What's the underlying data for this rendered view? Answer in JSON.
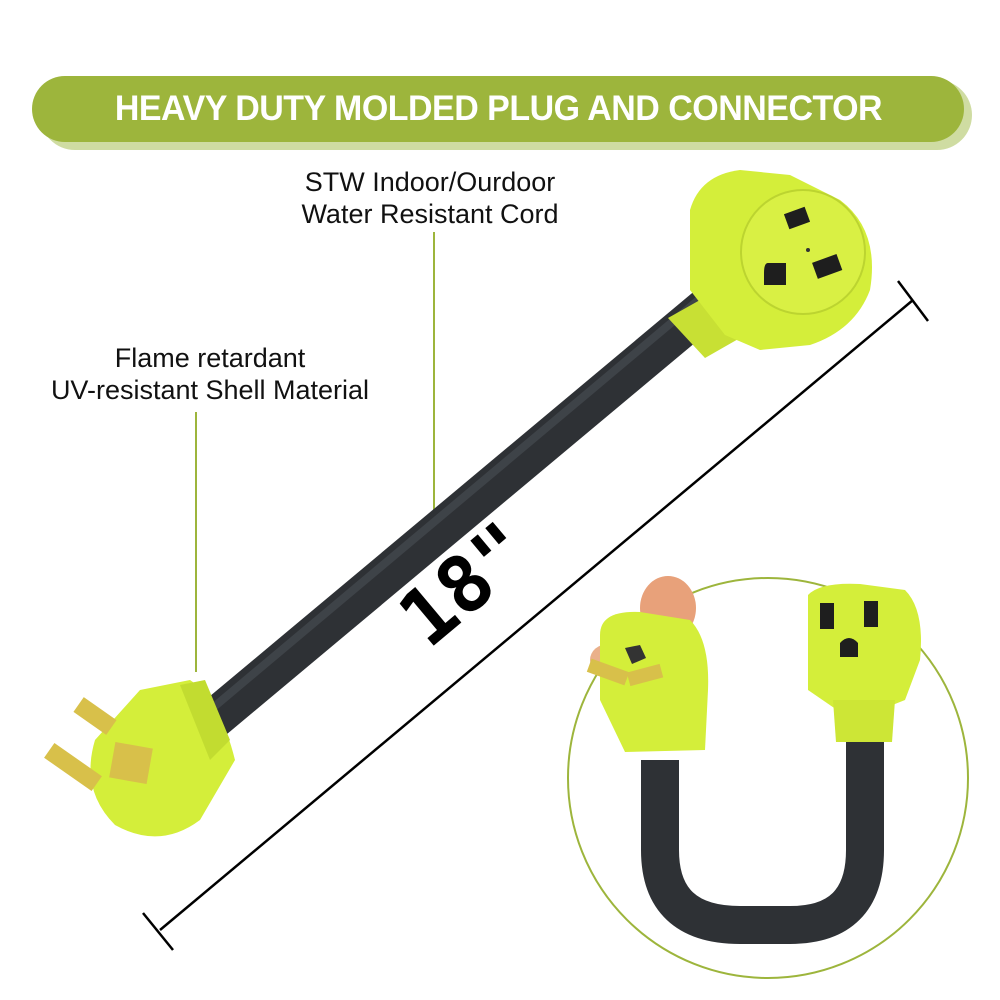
{
  "banner": {
    "title": "HEAVY DUTY MOLDED PLUG AND CONNECTOR",
    "color": "#9db53c",
    "text_color": "#ffffff"
  },
  "callouts": [
    {
      "id": "cord",
      "line1": "STW Indoor/Ourdoor",
      "line2": "Water Resistant Cord"
    },
    {
      "id": "shell",
      "line1": "Flame retardant",
      "line2": "UV-resistant Shell Material"
    }
  ],
  "dimension": {
    "label": "18\"",
    "unit": "inches",
    "value": 18
  },
  "colors": {
    "accent_green": "#9db53c",
    "plug_body": "#d4ee3a",
    "cord": "#2e3135",
    "prong": "#d8c04a",
    "circle_outline": "#9db53c"
  },
  "product": {
    "male_end": "4-prong plug (angled)",
    "female_end_main": "4-slot receptacle (angled)",
    "inset_female_end": "3-slot NEMA receptacle",
    "inset_description": "bent cord demonstration held in hands"
  }
}
